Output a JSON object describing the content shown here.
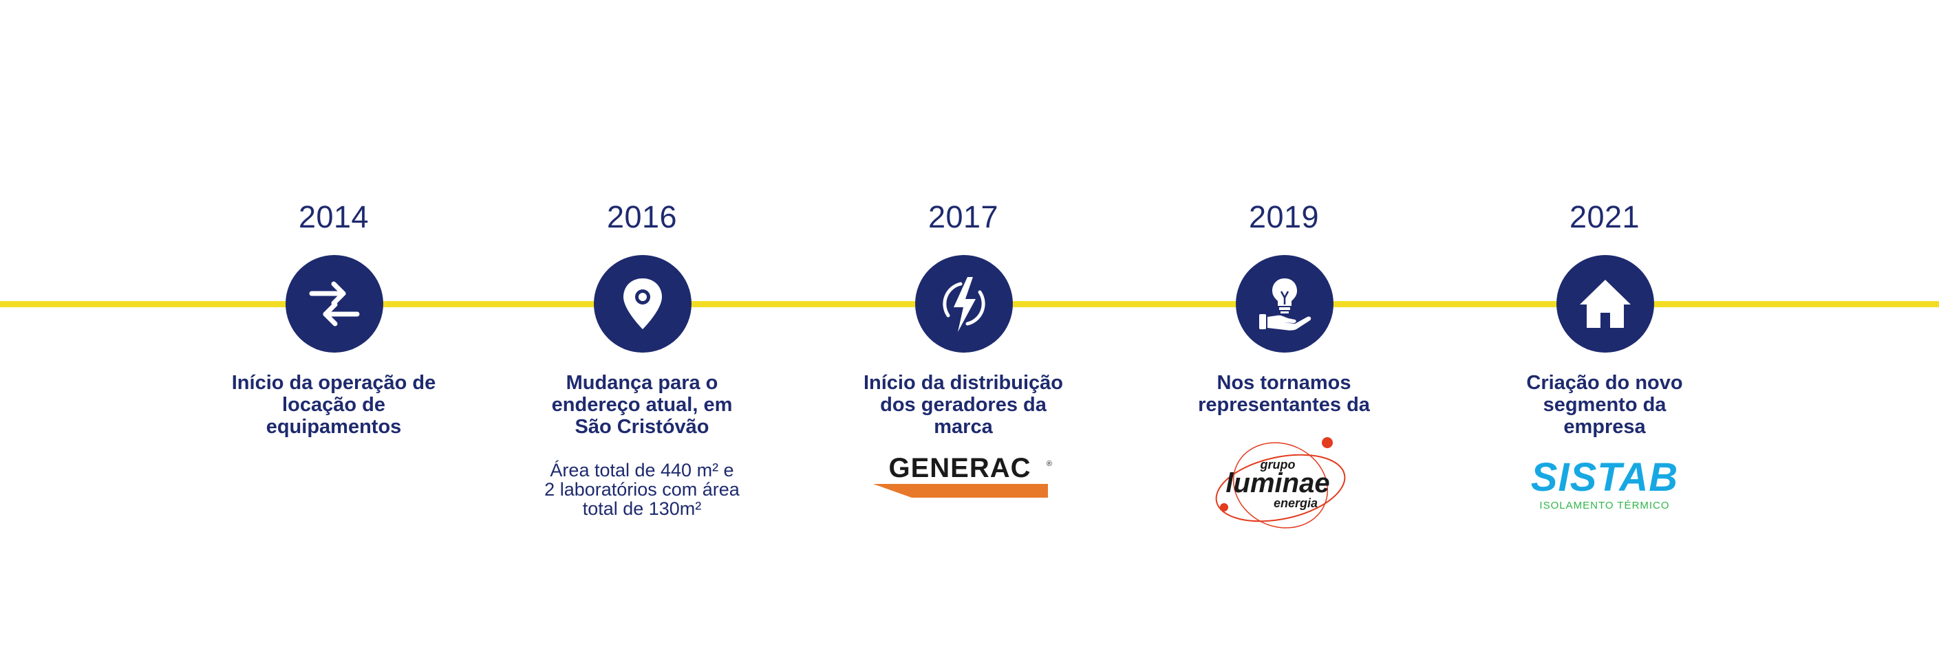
{
  "colors": {
    "navy": "#1e2a6e",
    "timeline_yellow": "#f3dd24",
    "generac_orange": "#e8792a",
    "luminae_red": "#e33b1e",
    "sistab_blue": "#17a8e3",
    "sistab_green": "#31b54a"
  },
  "milestones": [
    {
      "year": "2014",
      "icon": "arrows-exchange-icon",
      "description": [
        "Início da operação de",
        "locação de",
        "equipamentos"
      ]
    },
    {
      "year": "2016",
      "icon": "location-pin-icon",
      "description": [
        "Mudança para o",
        "endereço atual, em",
        "São Cristóvão"
      ],
      "note": [
        "Área total de 440 m² e",
        "2 laboratórios com área",
        "total de 130m²"
      ]
    },
    {
      "year": "2017",
      "icon": "lightning-bolt-icon",
      "description": [
        "Início da distribuição",
        "dos geradores da",
        "marca"
      ],
      "logo": {
        "name": "generac-logo",
        "text": "GENERAC",
        "mark": "®"
      }
    },
    {
      "year": "2019",
      "icon": "hand-lightbulb-icon",
      "description": [
        "Nos tornamos",
        "representantes da"
      ],
      "logo": {
        "name": "luminae-logo",
        "line1": "grupo",
        "line2": "luminae",
        "line3": "energia"
      }
    },
    {
      "year": "2021",
      "icon": "house-icon",
      "description": [
        "Criação do novo",
        "segmento da",
        "empresa"
      ],
      "logo": {
        "name": "sistab-logo",
        "text": "SISTAB",
        "sub": "ISOLAMENTO TÉRMICO"
      }
    }
  ]
}
